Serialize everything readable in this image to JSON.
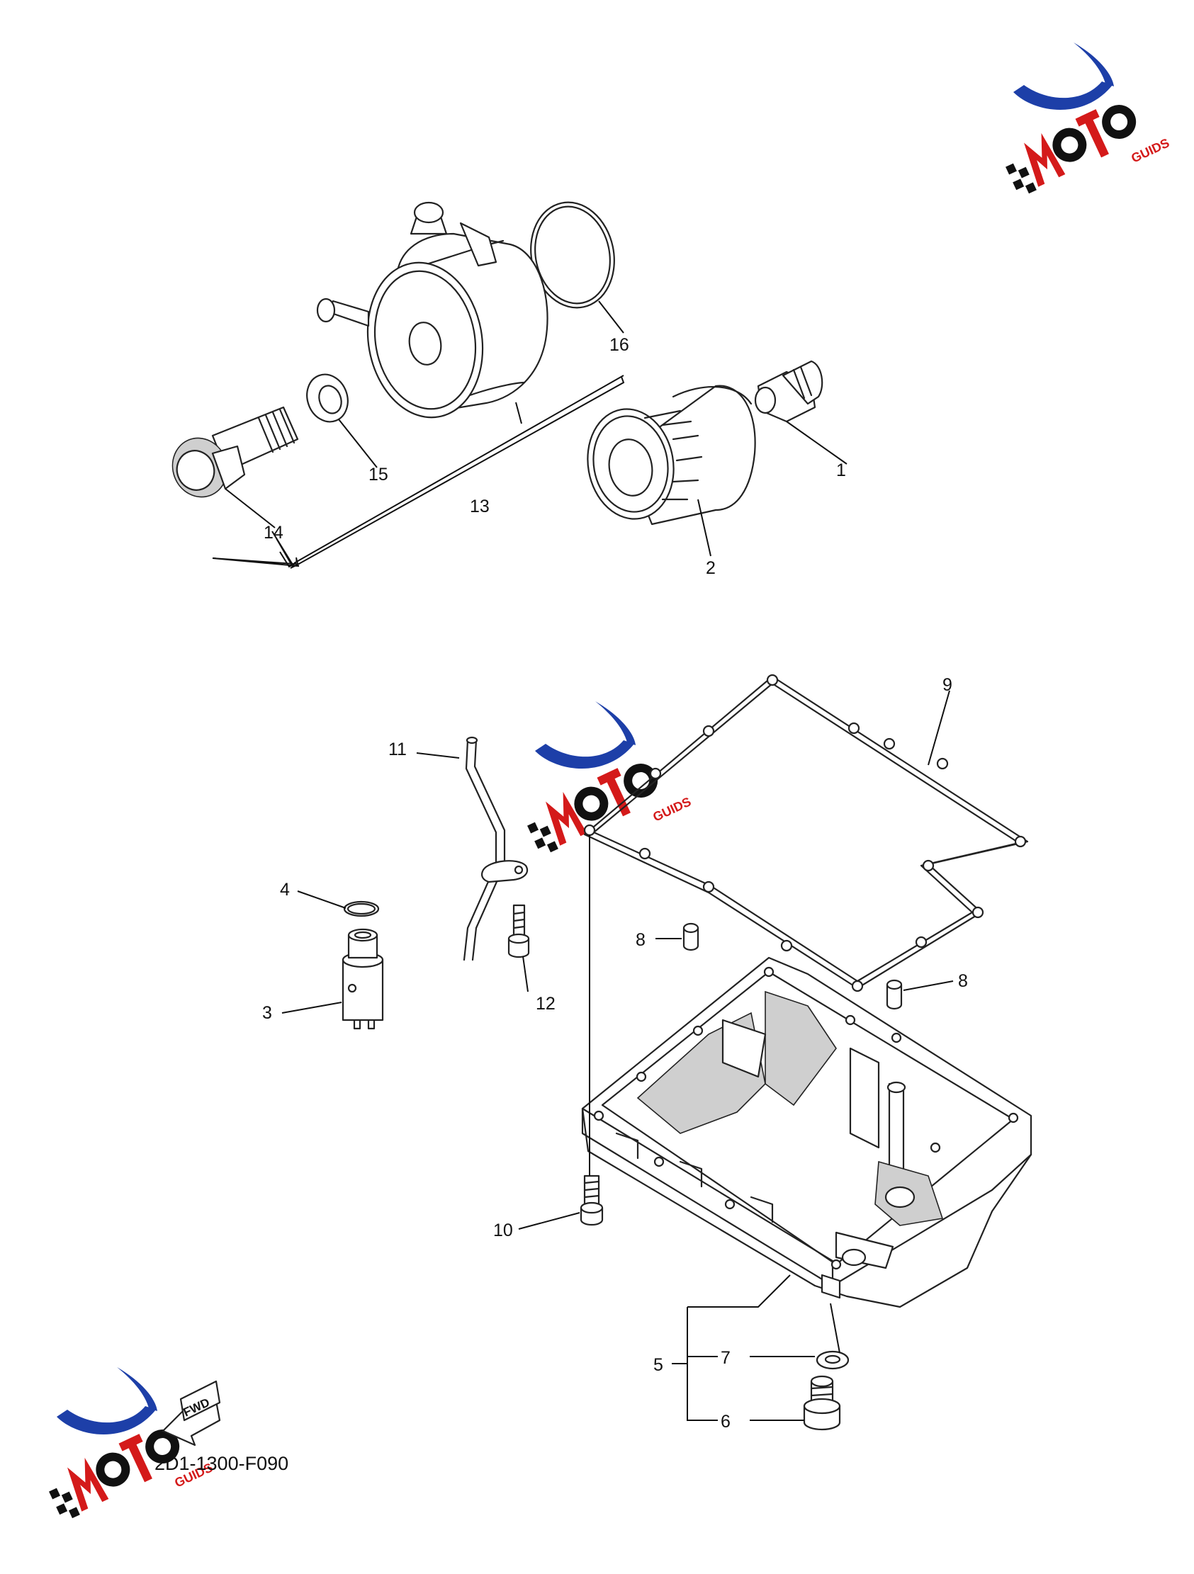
{
  "diagram_code": "2D1-1300-F090",
  "fwd_label": "FWD",
  "watermark": {
    "brand": "MOTO",
    "suffix": "GUIDS",
    "red": "#d41a1a",
    "blue": "#1d3fa8"
  },
  "callouts": {
    "c1": "1",
    "c2": "2",
    "c3": "3",
    "c4": "4",
    "c5": "5",
    "c6": "6",
    "c7": "7",
    "c8a": "8",
    "c8b": "8",
    "c9": "9",
    "c10": "10",
    "c11": "11",
    "c12": "12",
    "c13": "13",
    "c14": "14",
    "c15": "15",
    "c16": "16"
  }
}
